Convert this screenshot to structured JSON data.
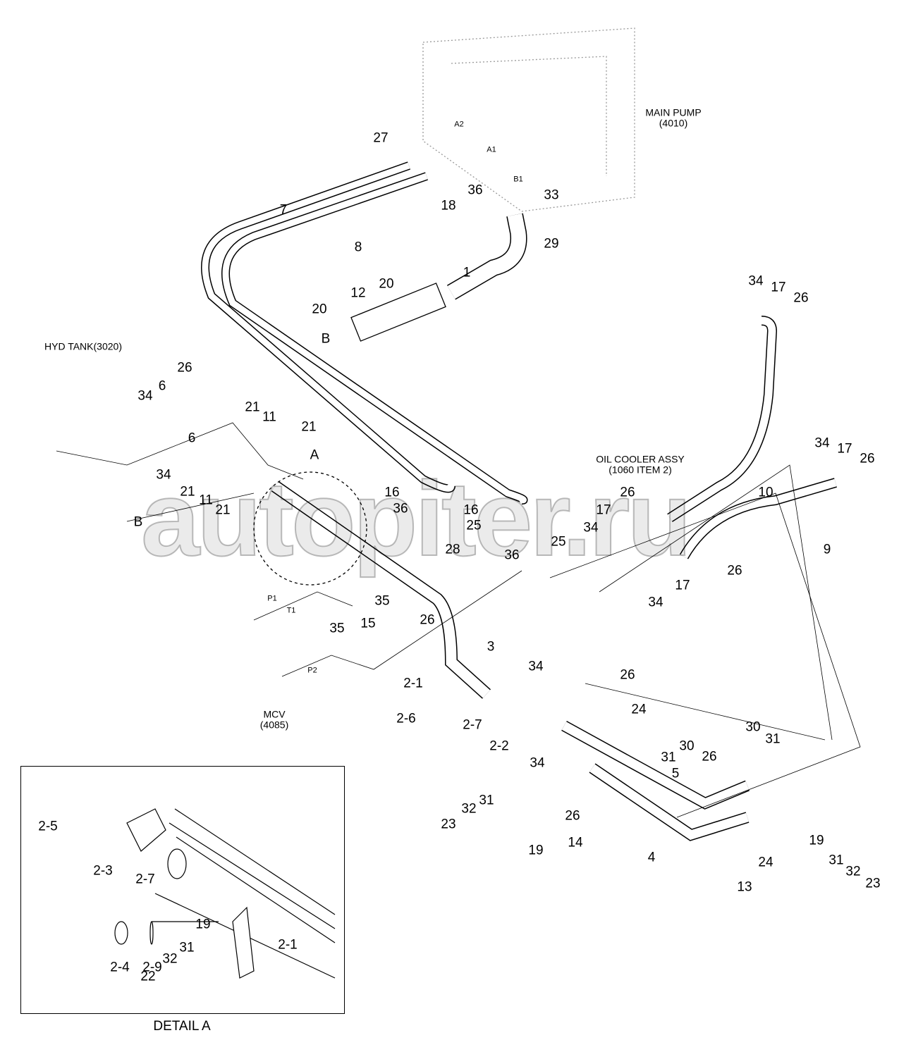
{
  "notes": {
    "main_pump": "MAIN PUMP\n(4010)",
    "hyd_tank": "HYD TANK(3020)",
    "oil_cooler": "OIL COOLER ASSY\n(1060 ITEM 2)",
    "mcv": "MCV\n(4085)",
    "detail_title": "DETAIL A",
    "watermark": "autopiter.ru"
  },
  "ports": [
    "A2",
    "A1",
    "B1",
    "P1",
    "T1",
    "P2",
    "A",
    "B"
  ],
  "callouts": [
    "27",
    "18",
    "36",
    "33",
    "29",
    "7",
    "8",
    "1",
    "12",
    "20",
    "20",
    "B",
    "34",
    "17",
    "26",
    "26",
    "6",
    "34",
    "6",
    "34",
    "21",
    "11",
    "21",
    "21",
    "11",
    "21",
    "A",
    "B",
    "16",
    "36",
    "25",
    "28",
    "16",
    "25",
    "36",
    "34",
    "17",
    "26",
    "10",
    "34",
    "17",
    "26",
    "9",
    "26",
    "17",
    "34",
    "P1",
    "T1",
    "35",
    "15",
    "26",
    "35",
    "3",
    "2-1",
    "34",
    "26",
    "24",
    "2-6",
    "2-7",
    "2-2",
    "34",
    "30",
    "30",
    "31",
    "31",
    "26",
    "5",
    "31",
    "32",
    "23",
    "26",
    "19",
    "14",
    "19",
    "4",
    "24",
    "31",
    "32",
    "13",
    "23"
  ],
  "detail_callouts": [
    "2-5",
    "2-3",
    "2-7",
    "2-4",
    "2-9",
    "19",
    "31",
    "32",
    "22",
    "2-1"
  ]
}
